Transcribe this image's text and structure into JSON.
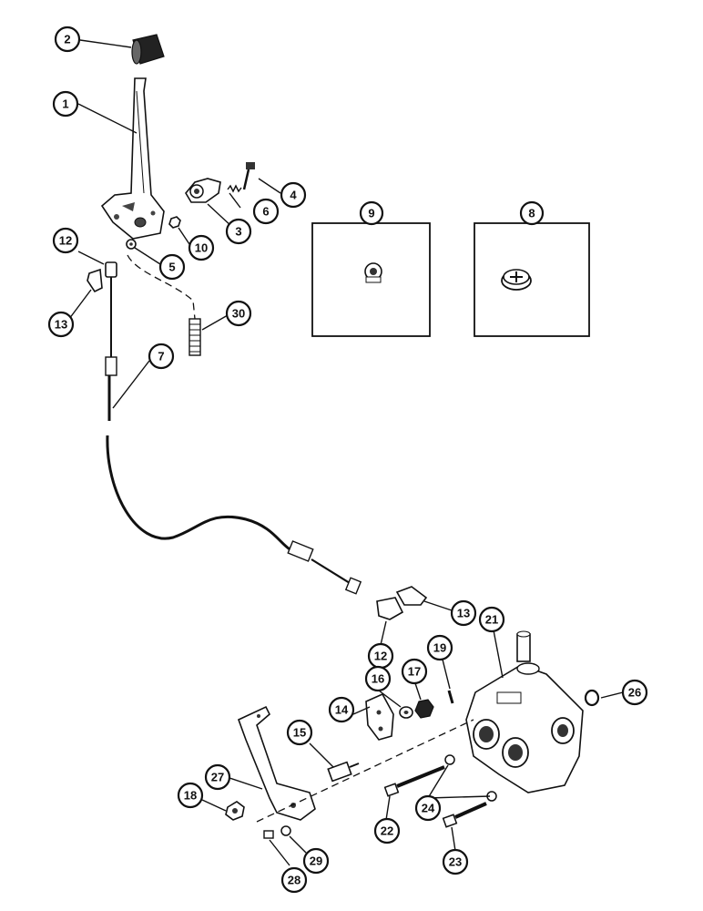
{
  "callouts": [
    {
      "id": "c2",
      "label": "2"
    },
    {
      "id": "c1",
      "label": "1"
    },
    {
      "id": "c4",
      "label": "4"
    },
    {
      "id": "c6",
      "label": "6"
    },
    {
      "id": "c3",
      "label": "3"
    },
    {
      "id": "c10",
      "label": "10"
    },
    {
      "id": "c5",
      "label": "5"
    },
    {
      "id": "c12a",
      "label": "12"
    },
    {
      "id": "c13a",
      "label": "13"
    },
    {
      "id": "c30",
      "label": "30"
    },
    {
      "id": "c7",
      "label": "7"
    },
    {
      "id": "c9",
      "label": "9"
    },
    {
      "id": "c8",
      "label": "8"
    },
    {
      "id": "c13b",
      "label": "13"
    },
    {
      "id": "c12b",
      "label": "12"
    },
    {
      "id": "c21",
      "label": "21"
    },
    {
      "id": "c19",
      "label": "19"
    },
    {
      "id": "c16",
      "label": "16"
    },
    {
      "id": "c17",
      "label": "17"
    },
    {
      "id": "c14",
      "label": "14"
    },
    {
      "id": "c26",
      "label": "26"
    },
    {
      "id": "c15",
      "label": "15"
    },
    {
      "id": "c27",
      "label": "27"
    },
    {
      "id": "c18",
      "label": "18"
    },
    {
      "id": "c24",
      "label": "24"
    },
    {
      "id": "c22",
      "label": "22"
    },
    {
      "id": "c23",
      "label": "23"
    },
    {
      "id": "c29",
      "label": "29"
    },
    {
      "id": "c28",
      "label": "28"
    }
  ]
}
